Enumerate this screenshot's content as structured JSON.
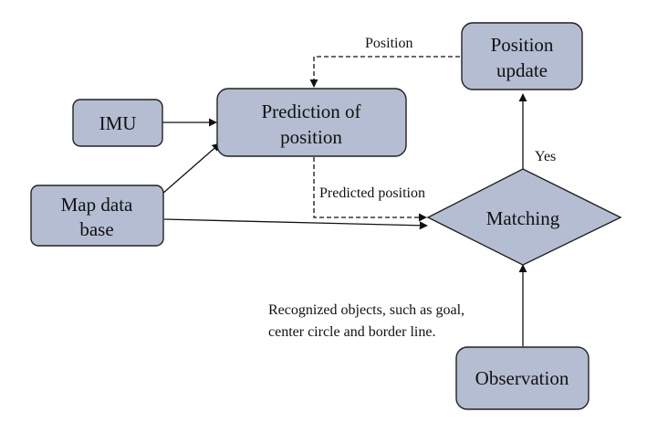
{
  "nodes": {
    "imu": {
      "label": "IMU"
    },
    "map_database": {
      "line1": "Map data",
      "line2": "base"
    },
    "prediction": {
      "line1": "Prediction of",
      "line2": "position"
    },
    "position_update": {
      "line1": "Position",
      "line2": "update"
    },
    "matching": {
      "label": "Matching"
    },
    "observation": {
      "label": "Observation"
    }
  },
  "edge_labels": {
    "position": "Position",
    "predicted_position": "Predicted position",
    "yes": "Yes",
    "recognized_line1": "Recognized objects, such as goal,",
    "recognized_line2": "center circle and border line."
  },
  "colors": {
    "node_fill": "#b4bdd1",
    "node_stroke": "#222222",
    "edge": "#111111"
  }
}
